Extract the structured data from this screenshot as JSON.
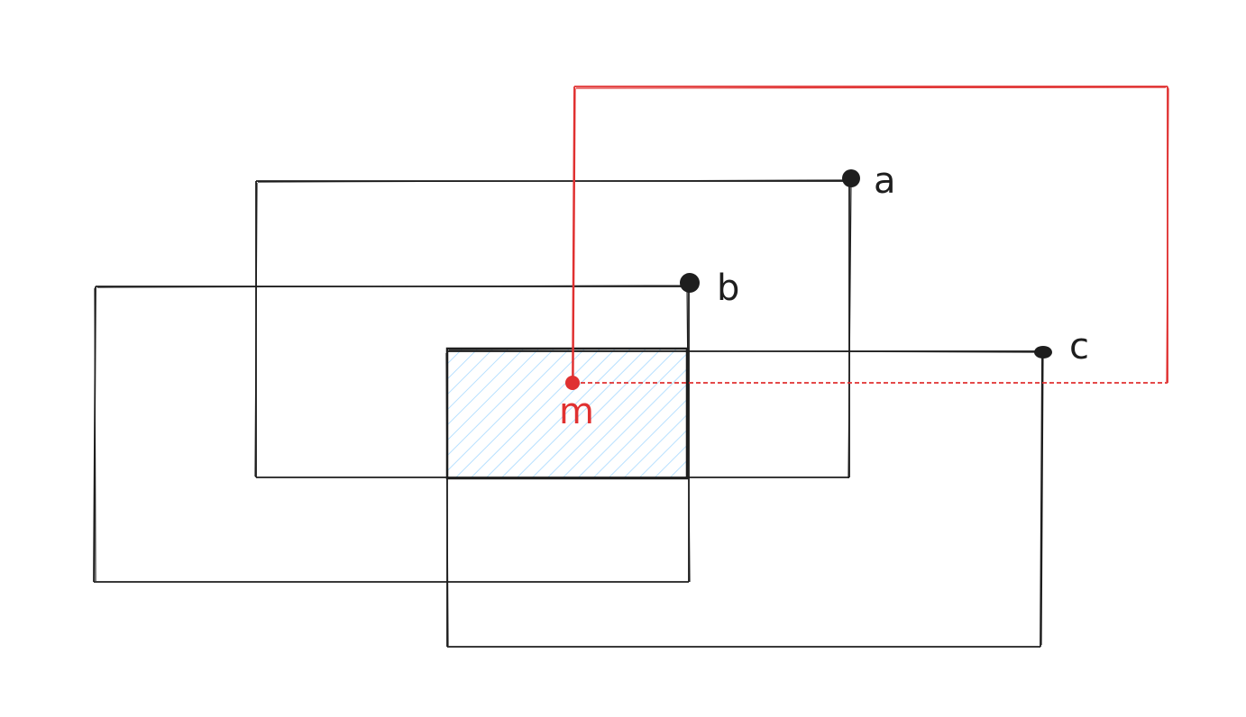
{
  "colors": {
    "ink": "#1e1e1e",
    "highlight": "#e03131",
    "hatch": "#a5d8ff",
    "background": "#ffffff"
  },
  "rectangles": [
    {
      "name": "rect-a",
      "corner_label": "a"
    },
    {
      "name": "rect-b",
      "corner_label": "b"
    },
    {
      "name": "rect-c",
      "corner_label": "c"
    },
    {
      "name": "rect-m",
      "corner_label": "m"
    }
  ],
  "labels": {
    "a": "a",
    "b": "b",
    "c": "c",
    "m": "m"
  }
}
